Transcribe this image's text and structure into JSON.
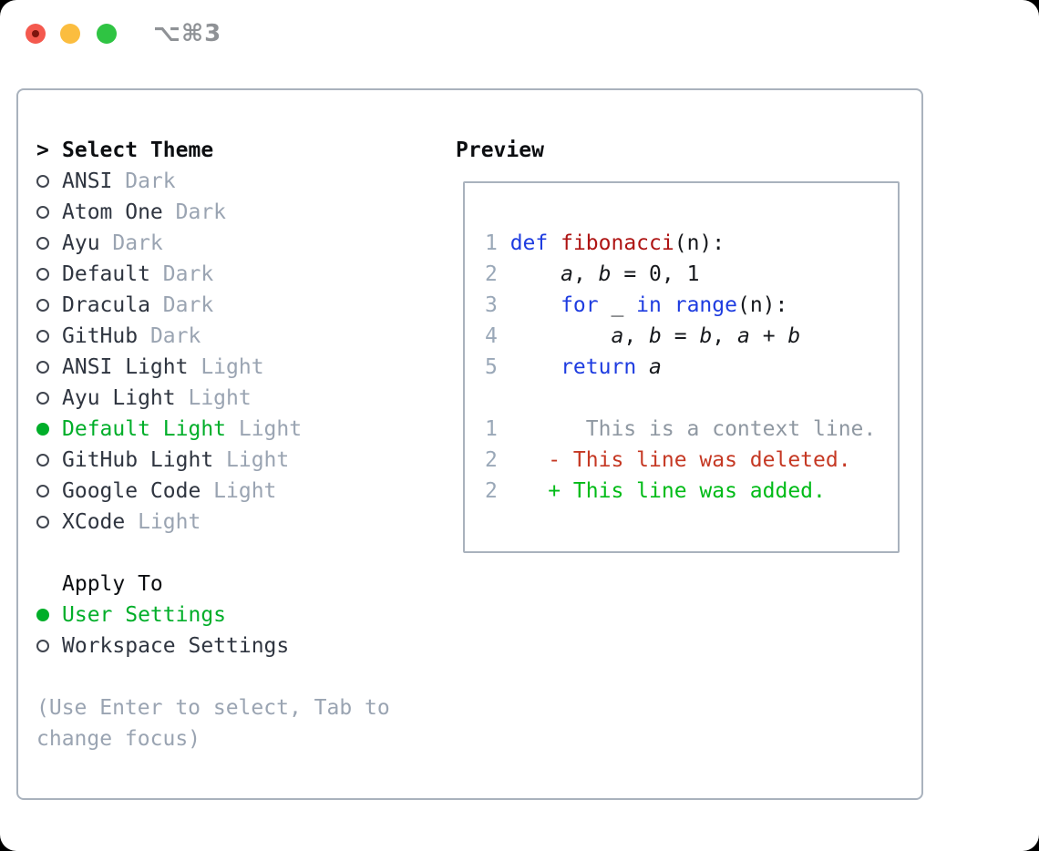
{
  "window": {
    "shortcut": "⌥⌘3",
    "traffic_lights": [
      "close",
      "minimize",
      "zoom"
    ]
  },
  "colors": {
    "panel_border": "#a9b2bd",
    "selection_green": "#00ae29",
    "added_green": "#00bb17",
    "deleted_red": "#c53823",
    "keyword_blue": "#1e3ce0",
    "function_red": "#ae1413",
    "muted_gray": "#9aa4b2",
    "traffic_red": "#f4594e",
    "traffic_yellow": "#fbbd3f",
    "traffic_green": "#2fc443"
  },
  "theme_panel": {
    "prompt": ">",
    "title": "Select Theme",
    "themes": [
      {
        "name": "ANSI",
        "tag": "Dark",
        "selected": false
      },
      {
        "name": "Atom One",
        "tag": "Dark",
        "selected": false
      },
      {
        "name": "Ayu",
        "tag": "Dark",
        "selected": false
      },
      {
        "name": "Default",
        "tag": "Dark",
        "selected": false
      },
      {
        "name": "Dracula",
        "tag": "Dark",
        "selected": false
      },
      {
        "name": "GitHub",
        "tag": "Dark",
        "selected": false
      },
      {
        "name": "ANSI Light",
        "tag": "Light",
        "selected": false
      },
      {
        "name": "Ayu Light",
        "tag": "Light",
        "selected": false
      },
      {
        "name": "Default Light",
        "tag": "Light",
        "selected": true
      },
      {
        "name": "GitHub Light",
        "tag": "Light",
        "selected": false
      },
      {
        "name": "Google Code",
        "tag": "Light",
        "selected": false
      },
      {
        "name": "XCode",
        "tag": "Light",
        "selected": false
      }
    ],
    "apply_to": {
      "title": "Apply To",
      "options": [
        {
          "name": "User Settings",
          "selected": true
        },
        {
          "name": "Workspace Settings",
          "selected": false
        }
      ]
    },
    "hint_lines": [
      "(Use Enter to select, Tab to",
      "change focus)"
    ]
  },
  "preview": {
    "title": "Preview",
    "code_lines": [
      {
        "num": "1",
        "tokens": [
          {
            "t": "def",
            "s": "kw"
          },
          {
            "t": " ",
            "s": "pl"
          },
          {
            "t": "fibonacci",
            "s": "fn"
          },
          {
            "t": "(n):",
            "s": "pl"
          }
        ]
      },
      {
        "num": "2",
        "tokens": [
          {
            "t": "    ",
            "s": "pl"
          },
          {
            "t": "a",
            "s": "var"
          },
          {
            "t": ", ",
            "s": "pl"
          },
          {
            "t": "b",
            "s": "var"
          },
          {
            "t": " = 0, 1",
            "s": "pl"
          }
        ]
      },
      {
        "num": "3",
        "tokens": [
          {
            "t": "    ",
            "s": "pl"
          },
          {
            "t": "for",
            "s": "kw"
          },
          {
            "t": " _ ",
            "s": "pl"
          },
          {
            "t": "in",
            "s": "kw"
          },
          {
            "t": " ",
            "s": "pl"
          },
          {
            "t": "range",
            "s": "kw"
          },
          {
            "t": "(n):",
            "s": "pl"
          }
        ]
      },
      {
        "num": "4",
        "tokens": [
          {
            "t": "        ",
            "s": "pl"
          },
          {
            "t": "a",
            "s": "var"
          },
          {
            "t": ", ",
            "s": "pl"
          },
          {
            "t": "b",
            "s": "var"
          },
          {
            "t": " = ",
            "s": "pl"
          },
          {
            "t": "b",
            "s": "var"
          },
          {
            "t": ", ",
            "s": "pl"
          },
          {
            "t": "a",
            "s": "var"
          },
          {
            "t": " + ",
            "s": "pl"
          },
          {
            "t": "b",
            "s": "var"
          }
        ]
      },
      {
        "num": "5",
        "tokens": [
          {
            "t": "    ",
            "s": "pl"
          },
          {
            "t": "return",
            "s": "kw"
          },
          {
            "t": " ",
            "s": "pl"
          },
          {
            "t": "a",
            "s": "var"
          }
        ]
      },
      {
        "num": "",
        "tokens": []
      },
      {
        "num": "1",
        "tokens": [
          {
            "t": "      This is a context line.",
            "s": "ctx"
          }
        ]
      },
      {
        "num": "2",
        "tokens": [
          {
            "t": "   - This line was deleted.",
            "s": "del"
          }
        ]
      },
      {
        "num": "2",
        "tokens": [
          {
            "t": "   + This line was added.",
            "s": "add"
          }
        ]
      }
    ]
  }
}
